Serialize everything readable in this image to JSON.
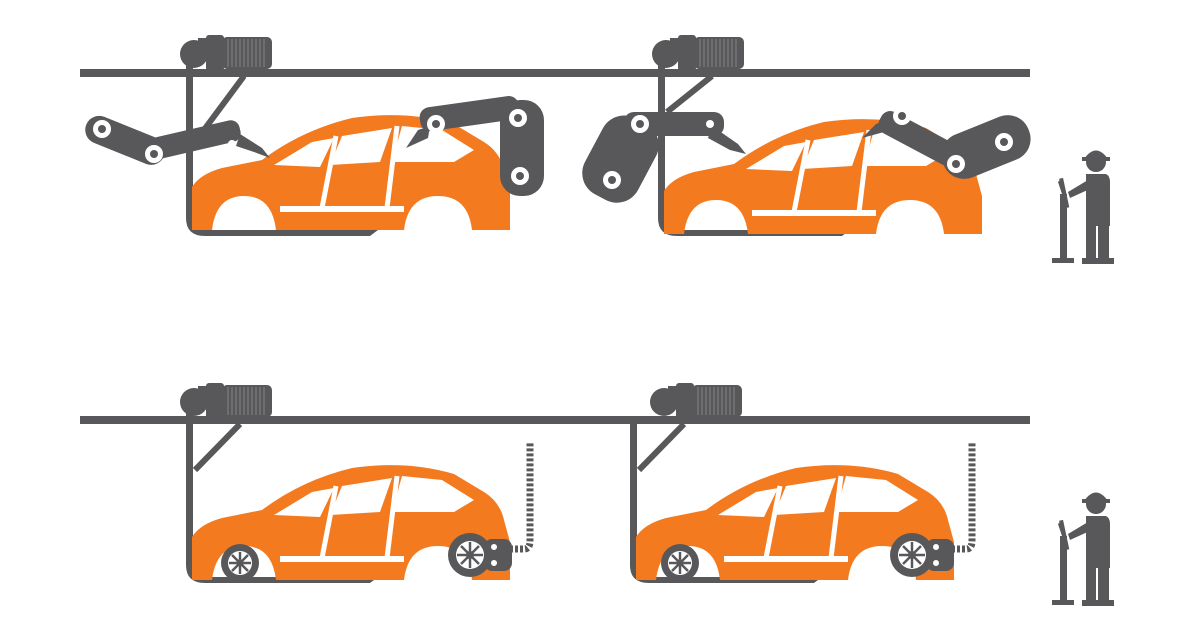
{
  "illustration": {
    "subject": "car-assembly-line",
    "colors": {
      "machinery": "#58585a",
      "car_body": "#f47a20",
      "background": "#ffffff",
      "hub": "#ffffff"
    },
    "rows": [
      {
        "stage": "robotic-welding",
        "stations": [
          {
            "car": "car-body",
            "tools": [
              "robot-arm-left",
              "robot-arm-right"
            ]
          },
          {
            "car": "car-body",
            "tools": [
              "robot-arm-left",
              "robot-arm-right"
            ]
          }
        ],
        "operator": "worker-at-control-panel"
      },
      {
        "stage": "wheel-mounting",
        "stations": [
          {
            "car": "car-body-with-wheel",
            "tools": [
              "wheel-fitting-tool"
            ]
          },
          {
            "car": "car-body-with-wheel",
            "tools": [
              "wheel-fitting-tool"
            ]
          }
        ],
        "operator": "worker-at-control-panel"
      }
    ]
  }
}
